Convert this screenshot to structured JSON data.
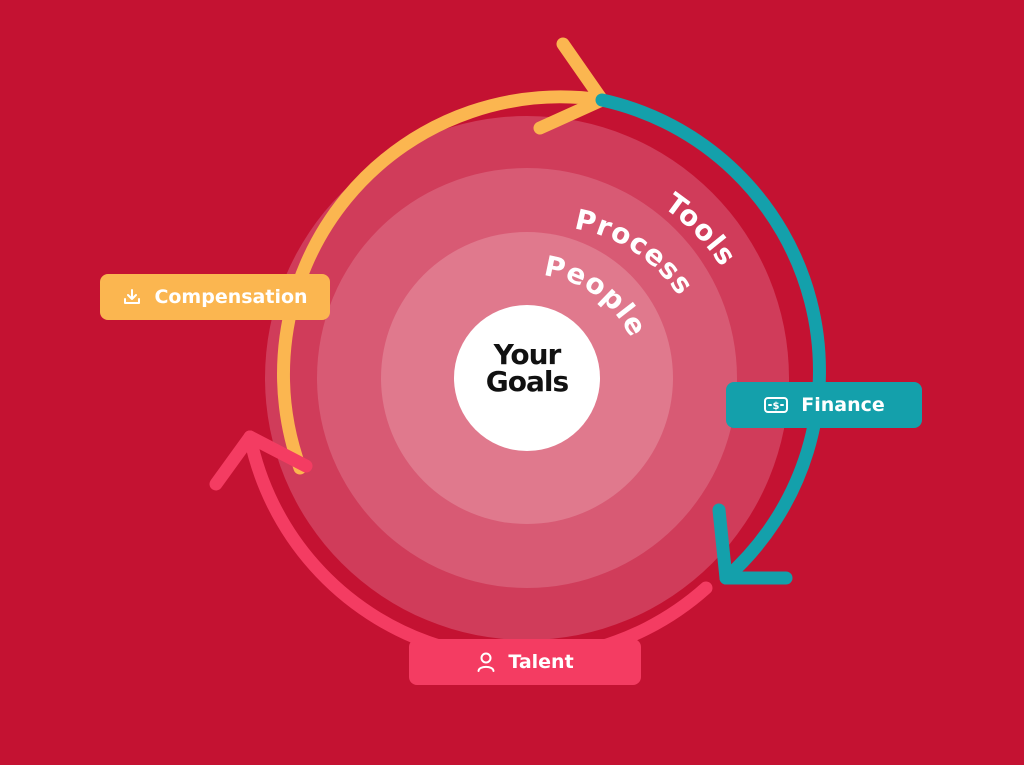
{
  "center": {
    "line1": "Your",
    "line2": "Goals"
  },
  "rings": {
    "outer": "Tools",
    "middle": "Process",
    "inner": "People"
  },
  "cycle": {
    "compensation": {
      "label": "Compensation",
      "icon": "download-icon",
      "color": "#fbb650"
    },
    "finance": {
      "label": "Finance",
      "icon": "money-icon",
      "color": "#14a0ab"
    },
    "talent": {
      "label": "Talent",
      "icon": "person-icon",
      "color": "#f43c62"
    }
  },
  "colors": {
    "background": "#c41232",
    "ring_outer": "#d03c5a",
    "ring_middle": "#d85a74",
    "ring_inner": "#e0798d",
    "center": "#ffffff"
  }
}
